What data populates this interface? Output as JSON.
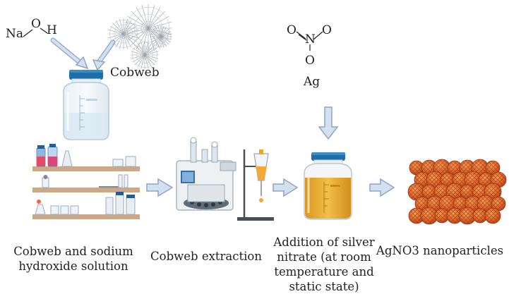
{
  "chem": {
    "na": "Na",
    "o": "O",
    "h": "H",
    "cobweb": "Cobweb",
    "nitrate_o1": "O",
    "nitrate_n": "N",
    "nitrate_o2": "O",
    "nitrate_o3": "O",
    "ag": "Ag"
  },
  "captions": {
    "step1": "Cobweb and sodium\nhydroxide solution",
    "step2": "Cobweb extraction",
    "step3": "Addition of silver\nnitrate (at room\ntemperature and\nstatic state)",
    "step4": "AgNO3 nanoparticles"
  },
  "colors": {
    "arrow_fill": "#d3e0ef",
    "arrow_stroke": "#8fa6c2",
    "shelf": "#c9a98a",
    "jar_cap": "#1e6fa8",
    "solution": "#e6a92b",
    "nanoparticle": "#e0662a"
  }
}
